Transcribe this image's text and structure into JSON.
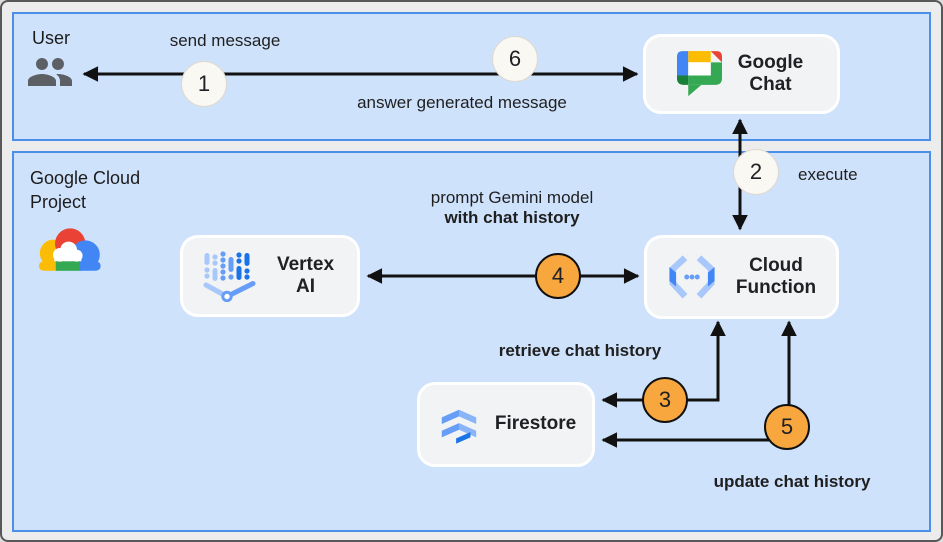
{
  "zones": {
    "user": {
      "label": "User"
    },
    "gcp": {
      "label": "Google Cloud Project"
    }
  },
  "nodes": {
    "google_chat": {
      "label": "Google Chat"
    },
    "vertex_ai": {
      "label": "Vertex AI"
    },
    "cloud_function": {
      "label": "Cloud Function"
    },
    "firestore": {
      "label": "Firestore"
    }
  },
  "steps": [
    {
      "num": "1"
    },
    {
      "num": "2"
    },
    {
      "num": "3"
    },
    {
      "num": "4"
    },
    {
      "num": "5"
    },
    {
      "num": "6"
    }
  ],
  "flow_labels": {
    "send_message": "send message",
    "answer_generated": "answer generated message",
    "execute": "execute",
    "prompt_line1": "prompt Gemini model",
    "prompt_line2": "with chat history",
    "retrieve": "retrieve chat history",
    "update": "update chat history"
  },
  "colors": {
    "zone_fill": "#cfe2fc",
    "zone_border": "#4a90e8",
    "node_fill": "#f1f3f4",
    "step_orange": "#f8a63e",
    "step_light": "#faf8f3",
    "arrow": "#111111"
  }
}
